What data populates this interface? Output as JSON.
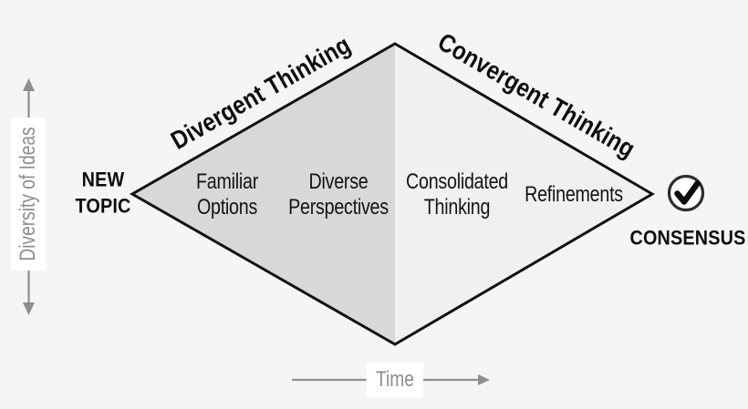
{
  "colors": {
    "background": "#f5f5f4",
    "diamond_left_fill": "#d8d8d8",
    "diamond_right_fill": "#f0f0f0",
    "diamond_stroke": "#111111",
    "axis_gray": "#8e8e8e",
    "text_black": "#0e0e0e",
    "label_box_bg": "#ffffff",
    "check_circle_stroke": "#2d2d2d"
  },
  "axes": {
    "y_label": "Diversity of Ideas",
    "x_label": "Time"
  },
  "endpoints": {
    "start": "NEW\nTOPIC",
    "end": "CONSENSUS",
    "end_icon": "checkmark-circle-icon"
  },
  "diamond": {
    "divergent_label": "Divergent Thinking",
    "convergent_label": "Convergent Thinking",
    "regions": [
      {
        "label": "Familiar\nOptions"
      },
      {
        "label": "Diverse\nPerspectives"
      },
      {
        "label": "Consolidated\nThinking"
      },
      {
        "label": "Refinements"
      }
    ]
  }
}
